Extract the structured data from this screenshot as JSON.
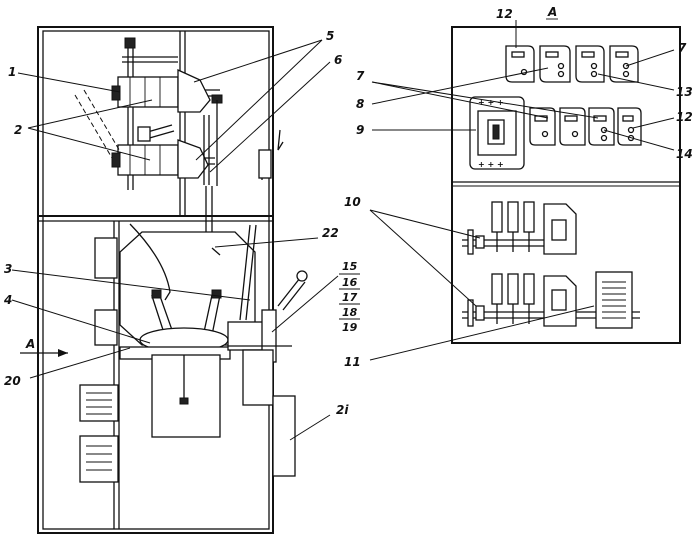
{
  "view_label": "A",
  "arrow_label": "A",
  "callouts": {
    "c1": "1",
    "c2": "2",
    "c3": "3",
    "c4": "4",
    "c5": "5",
    "c6": "6",
    "c7a": "7",
    "c7b": "7",
    "c8": "8",
    "c9": "9",
    "c10": "10",
    "c11": "11",
    "c12a": "12",
    "c12b": "12",
    "c13": "13",
    "c14": "14",
    "c15": "15",
    "c16": "16",
    "c17": "17",
    "c18": "18",
    "c19": "19",
    "c20": "20",
    "c21": "2i",
    "c22": "22"
  },
  "terminal_plus": "+ + +",
  "colors": {
    "ink": "#111111",
    "paper": "#ffffff"
  }
}
